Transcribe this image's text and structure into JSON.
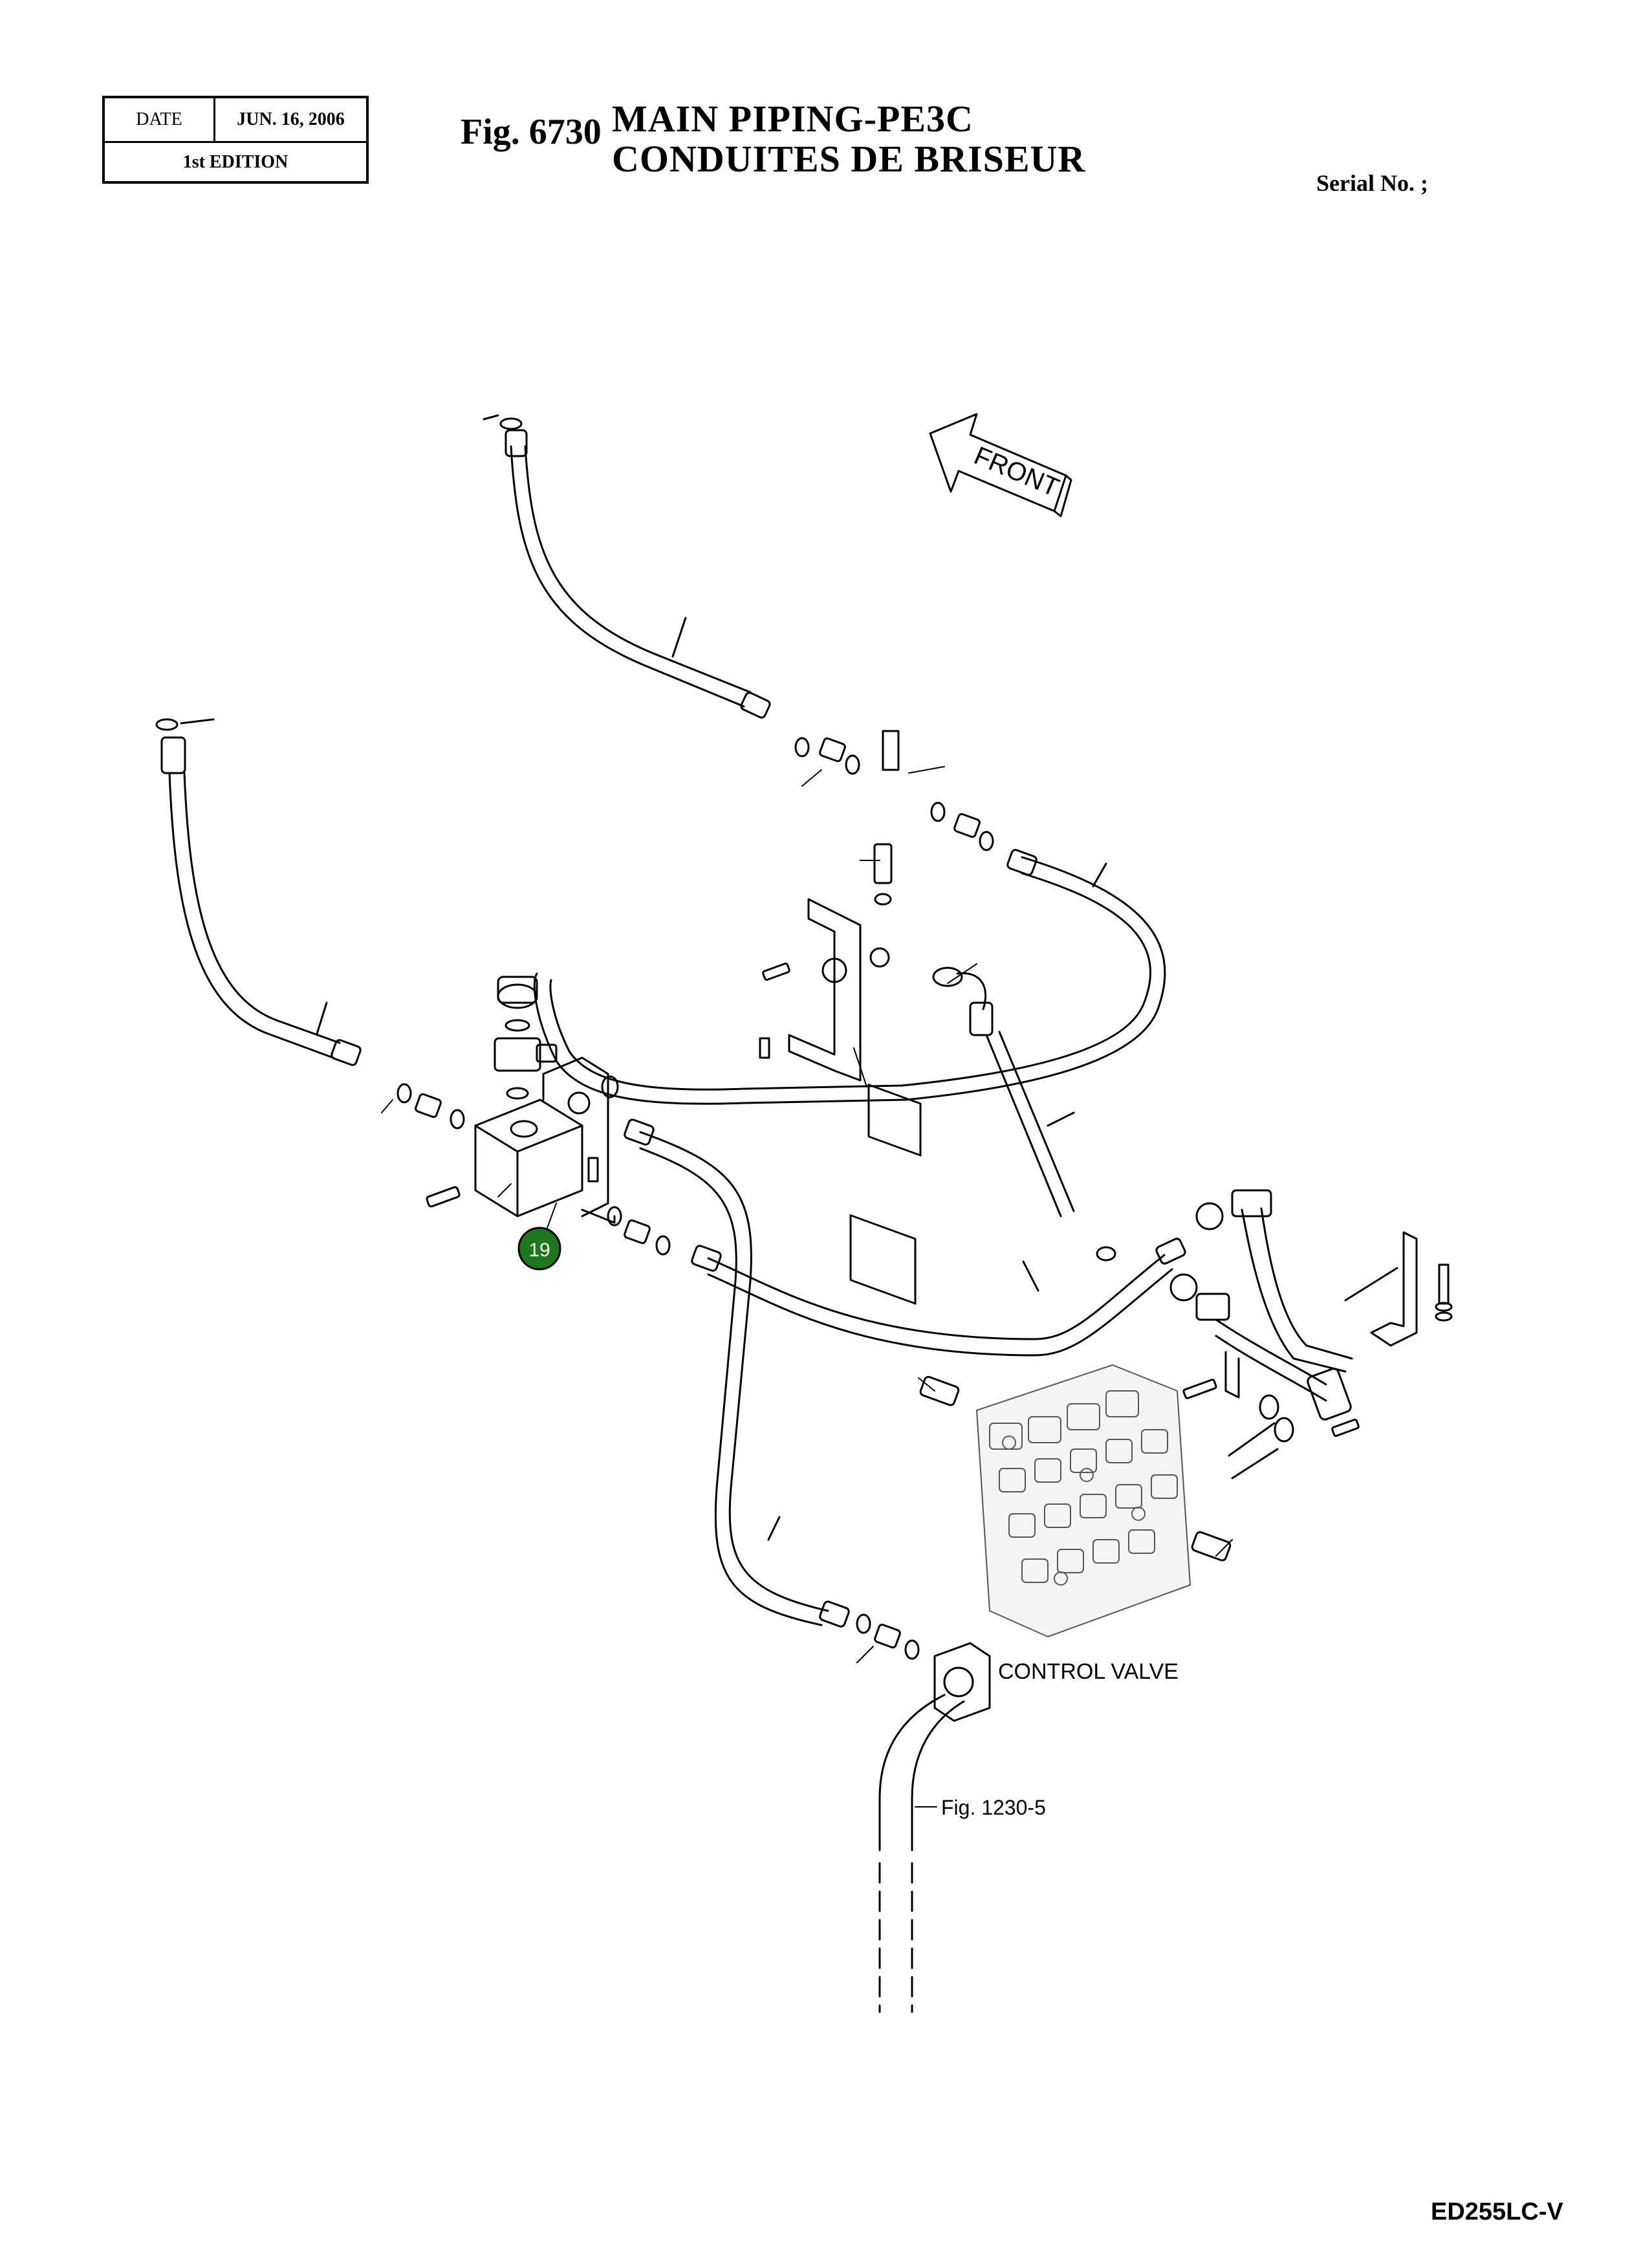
{
  "header": {
    "date_label": "DATE",
    "date_value": "JUN. 16, 2006",
    "edition": "1st EDITION",
    "fig_number": "Fig. 6730",
    "title_en": "MAIN  PIPING-PE3C",
    "title_fr": "CONDUITES  DE  BRISEUR",
    "serial_label": "Serial No. ;"
  },
  "diagram": {
    "front_label": "FRONT",
    "control_valve_label": "CONTROL VALVE",
    "fig_reference": "Fig. 1230-5",
    "callout_number": "19",
    "callout_color": "#1a7a1a"
  },
  "footer": {
    "model": "ED255LC-V"
  }
}
